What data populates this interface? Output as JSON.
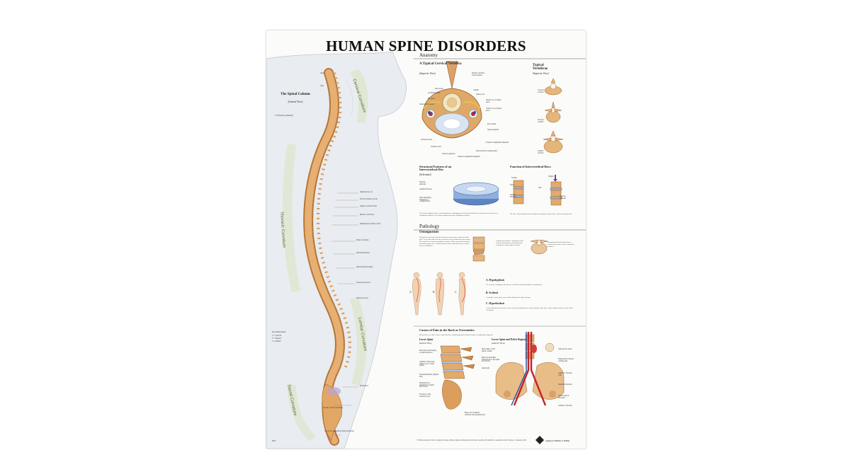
{
  "poster": {
    "title": "HUMAN SPINE DISORDERS",
    "left_panel": {
      "heading": "The Spinal Column",
      "subheading": "(Lateral View)",
      "curvatures": {
        "cervical": "Cervical Curvature",
        "thoracic": "Thoracic Curvature",
        "lumbar": "Lumbar Curvature",
        "sacral": "Sacral Curvature"
      },
      "labels": {
        "atlas": "Atlas",
        "axis": "Axis",
        "c7": "C7 (Vertebra prominens)",
        "spinal_nerve": "Spinal nerve root",
        "facet_rib": "Facet for tubercle of rib",
        "superior_process": "Superior articular facet",
        "inferior_facet": "Inferior costal facet",
        "transverse_rib": "Demifacets for heads of ribs",
        "body": "Body of vertebra",
        "intervertebral": "Intervertebral disc",
        "foramen": "Intervertebral foramen",
        "transverse": "Transverse process",
        "spinous": "Spinous process",
        "promontory": "Promontory",
        "sacrum": "Sacrum (5 fused vertebrae)",
        "coccyx": "Coccyx (4 rudimentary fused vertebrae)",
        "abbrev_title": "Key Abbreviations",
        "abbrev_c": "C = Cervical",
        "abbrev_t": "T = Thoracic",
        "abbrev_l": "L = Lumbar"
      },
      "code": "9970"
    },
    "anatomy": {
      "section": "Anatomy",
      "cervical_title": "A Typical Cervical Vertebra",
      "cervical_sub": "(Superior View)",
      "typical_title": "Typical Vertebrae",
      "typical_sub": "(Superior View)",
      "typical_labels": [
        "Cervical vertebra",
        "Thoracic vertebra",
        "Lumbar vertebra"
      ],
      "cervical_labels_left": [
        "Spinous process",
        "Dura mater",
        "Arachnoid mater",
        "Pia mater",
        "Subarachnoid space",
        "Vertebral artery",
        "Vertebral vein",
        "Nucleus pulposus"
      ],
      "cervical_labels_right": [
        "Internal vertebral venous plexus",
        "Lamina",
        "Spinal cord",
        "Dorsal root of spinal nerve",
        "Ventral root of spinal nerve",
        "Root sheath",
        "Spinal ganglion",
        "Posterior longitudinal ligament",
        "Intervertebral cartilage (disc)",
        "Anterior longitudinal ligament"
      ],
      "disc_title": "Structural Features of an Intervertebral Disc",
      "disc_sub": "(Schematic)",
      "disc_labels": [
        "Nucleus pulposus",
        "Annulus fibrosus",
        "Thin alternating obliquely of collagen fibers"
      ],
      "disc_text": "The nucleus pulposus is the central gelatinous cushioning part of the intervertebral disc enclosed in several layers of cartilaginous laminae. The nucleus pulposus becomes dehydrated with age.",
      "function_title": "Function of Intervertebral Discs",
      "function_labels": [
        "Normal",
        "Body",
        "Weight",
        "Disc",
        "Anulus fibrosus",
        "Nucleus pulposus"
      ],
      "function_text": "The disc, which contains nucleus pulposus, functions to protect the vertebrae from pressure."
    },
    "pathology": {
      "section": "Pathology",
      "osteoporosis_title": "Osteoporosis",
      "osteoporosis_text": "Osteoporosis develops when the body loses bone mass or makes too little bone. As a result, bones become less dense and lose thickness at the surface. The vertebrae are most susceptible to fracture. Other osteoporotic fractures the lumbar region, the vertebral bodies become markedly concave and the discs are ballooned.",
      "compression_text": "Compression fracture: commonly occurs in the thoracolumbar vertebral junction, resulting in wedge shaped vertebrae",
      "thinning_text": "Thinning of horizontal trabeculae of vertebrae given more of the vertebral are weakness",
      "posture_letters": [
        "A",
        "B",
        "C"
      ],
      "kyphosis_title": "A. Hypokyphosis",
      "kyphosis_text": "An excessive rounding of the thoracic vertebral column (hunchback or humpback).",
      "scoliosis_title": "B. Scoliosis",
      "scoliosis_text": "A curvature of the spine, often with twisting of the spinal column.",
      "lordosis_title": "C. Hyperlordosis",
      "lordosis_text": "A forward (anterior) curvature of the cervical and lumbar (lower back) regions of the spine. In the lumbar region it is also called \"swayback\"."
    },
    "causes": {
      "title": "Causes of Pain in the Back or Extremities",
      "intro": "Shown below are other causes of pain that the examining physician should consider in making the diagnosis.",
      "lower_spine_title": "Lower Spine",
      "lower_spine_sub": "(Lateral View)",
      "lower_labels": [
        "Bone spurs developing on spinal surfaces",
        "Arthritis of the spine spinal cord or cauda equina",
        "Spondylolisthesis (slipped disc)",
        "Herniated disc impinging on spinal nerve roots",
        "Fractures of the vertebral body",
        "Bone cyst of lumbar vertebrae and spondylolysis"
      ],
      "pelvic_title": "Lower Spine and Pelvic Region",
      "pelvic_sub": "(Anterior View)",
      "pelvic_labels": [
        "Bone tumor of the spinal column",
        "Infection including tuberculosis of the spine and discitis",
        "Aneurysm",
        "Osteoporotic spine",
        "Degenerative disease causing pain",
        "Arthritis of the hip joint",
        "Intestinal disorders",
        "Gynecological disorders",
        "Arthritis of the hip"
      ]
    },
    "footer": "©1998 Anatomical Chart Company, Skokie, Illinois. Medical illustrations by Peter Gerrish, MS (AMI) in consultation with Thomas J. Chenette, MD",
    "publisher": "Lippincott Williams & Wilkins"
  }
}
